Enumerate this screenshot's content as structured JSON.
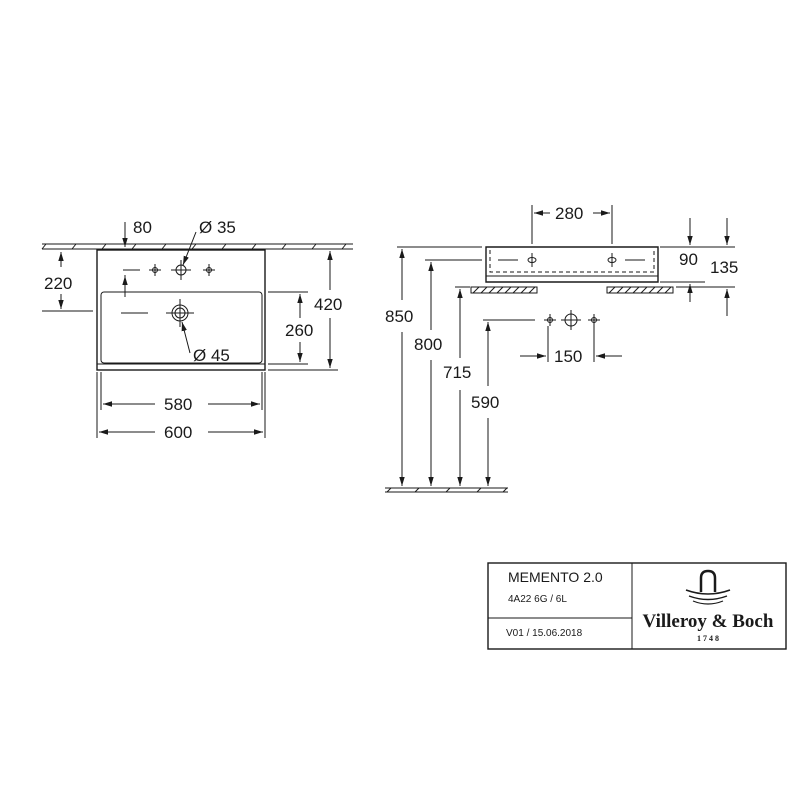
{
  "front_view": {
    "dim_tap_offset": "80",
    "dim_tap_hole": "Ø 35",
    "dim_height_to_bowl": "220",
    "dim_total_depth": "420",
    "dim_bowl_depth": "260",
    "dim_waste_hole": "Ø 45",
    "dim_inner_width": "580",
    "dim_total_width": "600"
  },
  "side_view": {
    "dim_basin_top": "280",
    "dim_rim_height": "90",
    "dim_total_height": "135",
    "dim_height_850": "850",
    "dim_height_800": "800",
    "dim_height_715": "715",
    "dim_height_590": "590",
    "dim_tap_spacing": "150"
  },
  "title_block": {
    "product_name": "MEMENTO 2.0",
    "article_number": "4A22 6G / 6L",
    "revision": "V01 / 15.06.2018",
    "brand_name": "Villeroy & Boch",
    "brand_year": "1748"
  }
}
